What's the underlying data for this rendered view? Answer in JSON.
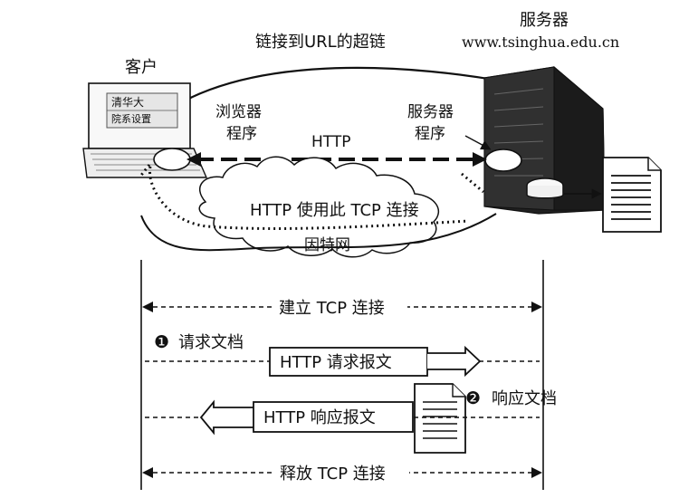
{
  "diagram": {
    "top": {
      "client_label": "客户",
      "hyperlink_label": "链接到URL的超链",
      "server_title": "服务器",
      "server_url": "www.tsinghua.edu.cn",
      "browser_label_line1": "浏览器",
      "browser_label_line2": "程序",
      "server_program_line1": "服务器",
      "server_program_line2": "程序",
      "http_label": "HTTP",
      "cloud_label": "HTTP 使用此 TCP 连接",
      "internet_label": "因特网",
      "monitor_text_line1": "清华大",
      "monitor_text_line2": "院系设置"
    },
    "sequence": {
      "establish_label": "建立 TCP 连接",
      "step1_marker": "❶",
      "step1_label": "请求文档",
      "request_message": "HTTP 请求报文",
      "step2_marker": "❷",
      "step2_label": "响应文档",
      "response_message": "HTTP 响应报文",
      "release_label": "释放 TCP 连接"
    }
  }
}
